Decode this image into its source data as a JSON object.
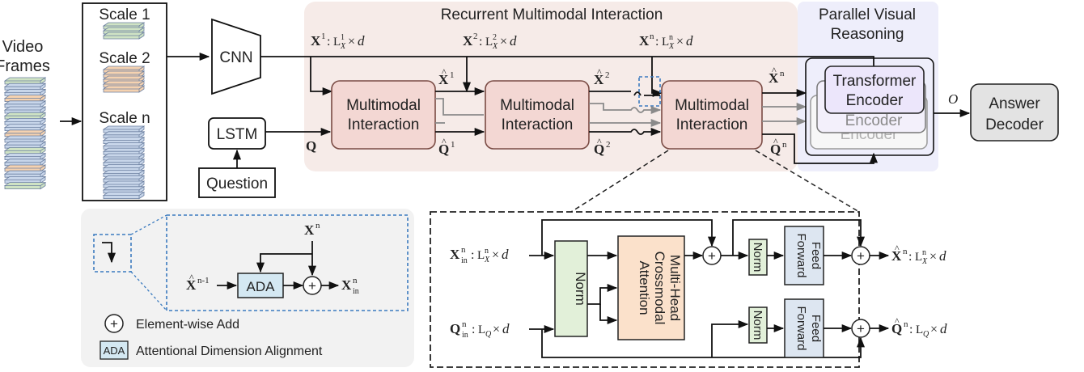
{
  "video": {
    "label_line1": "Video",
    "label_line2": "Frames",
    "scales": [
      "Scale 1",
      "Scale 2",
      "Scale n"
    ]
  },
  "encoders": {
    "cnn": "CNN",
    "lstm": "LSTM",
    "question": "Question"
  },
  "rmi": {
    "title": "Recurrent Multimodal Interaction",
    "block_line1": "Multimodal",
    "block_line2": "Interaction"
  },
  "pvr": {
    "title_line1": "Parallel Visual",
    "title_line2": "Reasoning",
    "enc_line1": "Transformer",
    "enc_line2": "Encoder",
    "back_enc": "Encoder"
  },
  "answer": {
    "line1": "Answer",
    "line2": "Decoder",
    "o": "O"
  },
  "symbols": {
    "X": "X",
    "Q": "Q",
    "d": "d",
    "L": "L",
    "times": "×",
    "colon": ":",
    "sup1": "1",
    "sup2": "2",
    "supn": "n",
    "supn1": "n-1",
    "subX": "X",
    "subQ": "Q",
    "sub_in": "in"
  },
  "detail": {
    "norm": "Norm",
    "mhca_line1": "Multi-Head",
    "mhca_line2": "Crossmodal",
    "mhca_line3": "Attention",
    "ff_line1": "Feed",
    "ff_line2": "Forward",
    "plus": "+"
  },
  "legend": {
    "ada": "ADA",
    "plus": "+",
    "add_text": "Element-wise Add",
    "ada_text": "Attentional Dimension Alignment"
  },
  "colors": {
    "rmi_bg": "#f6ebe8",
    "pvr_bg": "#eeeefb",
    "block_fill": "#f3d7d3",
    "block_stroke": "#7a4b44",
    "encoder_fill": "#ece6fb",
    "ada_fill": "#d4e8f2",
    "norm_fill": "#e2f0d9",
    "mhca_fill": "#fbe1cb",
    "ff_fill": "#dde6f1",
    "answer_fill": "#e3e3e3",
    "legend_bg": "#f2f2f2",
    "dashed_blue": "#3b7bbf",
    "stripe_green": "#cfe3c4",
    "stripe_orange": "#f5d2b0",
    "stripe_blue": "#c8d6ea"
  }
}
